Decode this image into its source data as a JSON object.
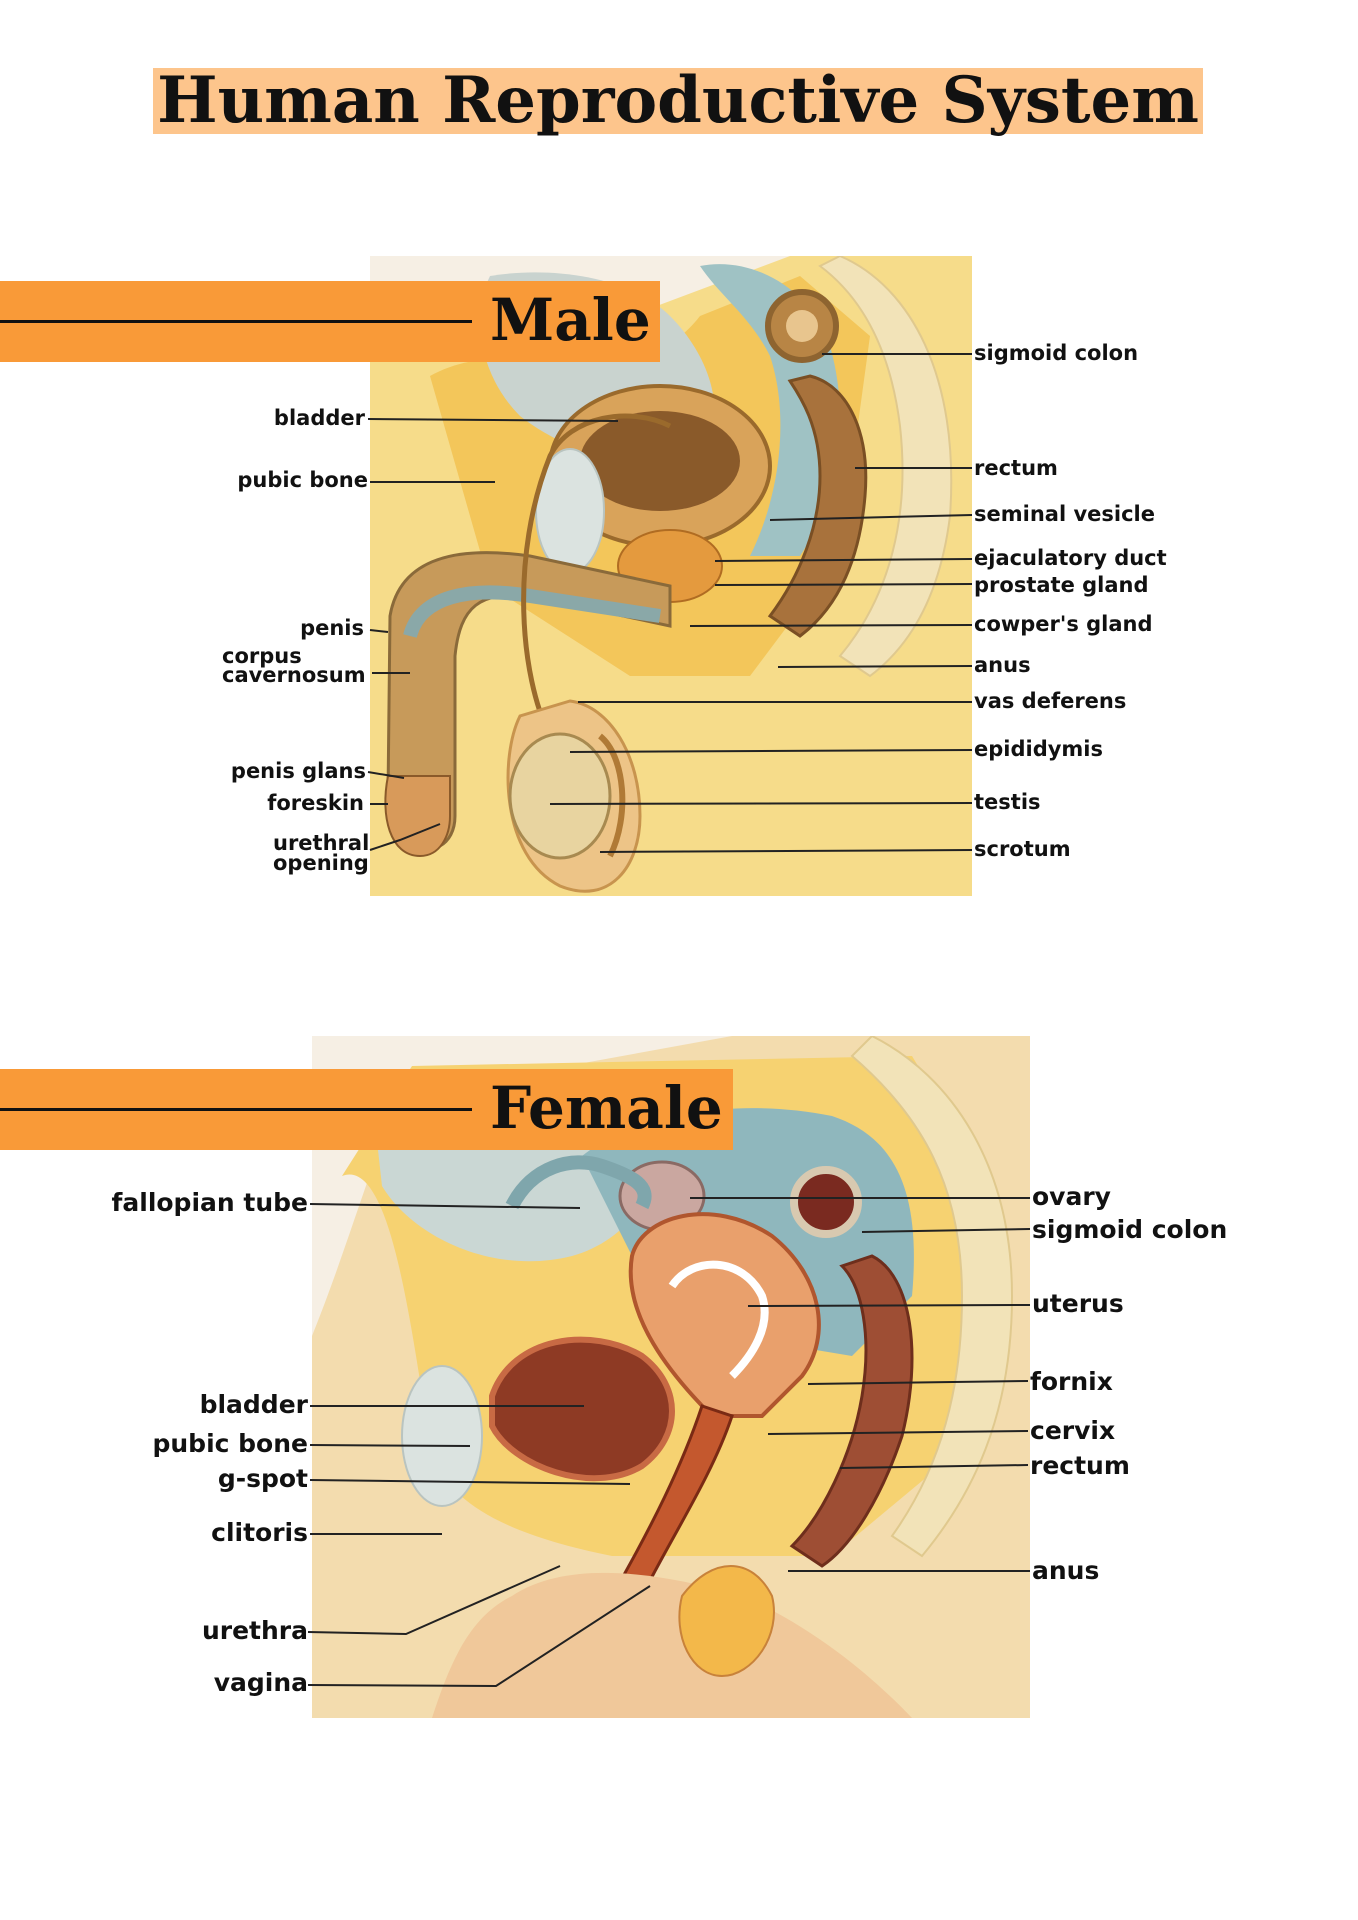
{
  "title": "Human Reproductive System",
  "male": {
    "heading": "Male",
    "labels": {
      "bladder": "bladder",
      "pubic_bone": "pubic bone",
      "penis": "penis",
      "corpus": "corpus",
      "cavernosum": "cavernosum",
      "penis_glans": "penis glans",
      "foreskin": "foreskin",
      "urethral": "urethral",
      "opening": "opening",
      "sigmoid_colon": "sigmoid colon",
      "rectum": "rectum",
      "seminal_vesicle": "seminal vesicle",
      "ejaculatory_duct": "ejaculatory duct",
      "prostate_gland": "prostate gland",
      "cowpers_gland": "cowper's gland",
      "anus": "anus",
      "vas_deferens": "vas deferens",
      "epididymis": "epididymis",
      "testis": "testis",
      "scrotum": "scrotum"
    }
  },
  "female": {
    "heading": "Female",
    "labels": {
      "fallopian_tube": "fallopian tube",
      "bladder": "bladder",
      "pubic_bone": "pubic bone",
      "g_spot": "g-spot",
      "clitoris": "clitoris",
      "urethra": "urethra",
      "vagina": "vagina",
      "ovary": "ovary",
      "sigmoid_colon": "sigmoid colon",
      "uterus": "uterus",
      "fornix": "fornix",
      "cervix": "cervix",
      "rectum": "rectum",
      "anus": "anus"
    }
  },
  "colors": {
    "title_bg": "#fdc58c",
    "banner": "#f99a38"
  }
}
